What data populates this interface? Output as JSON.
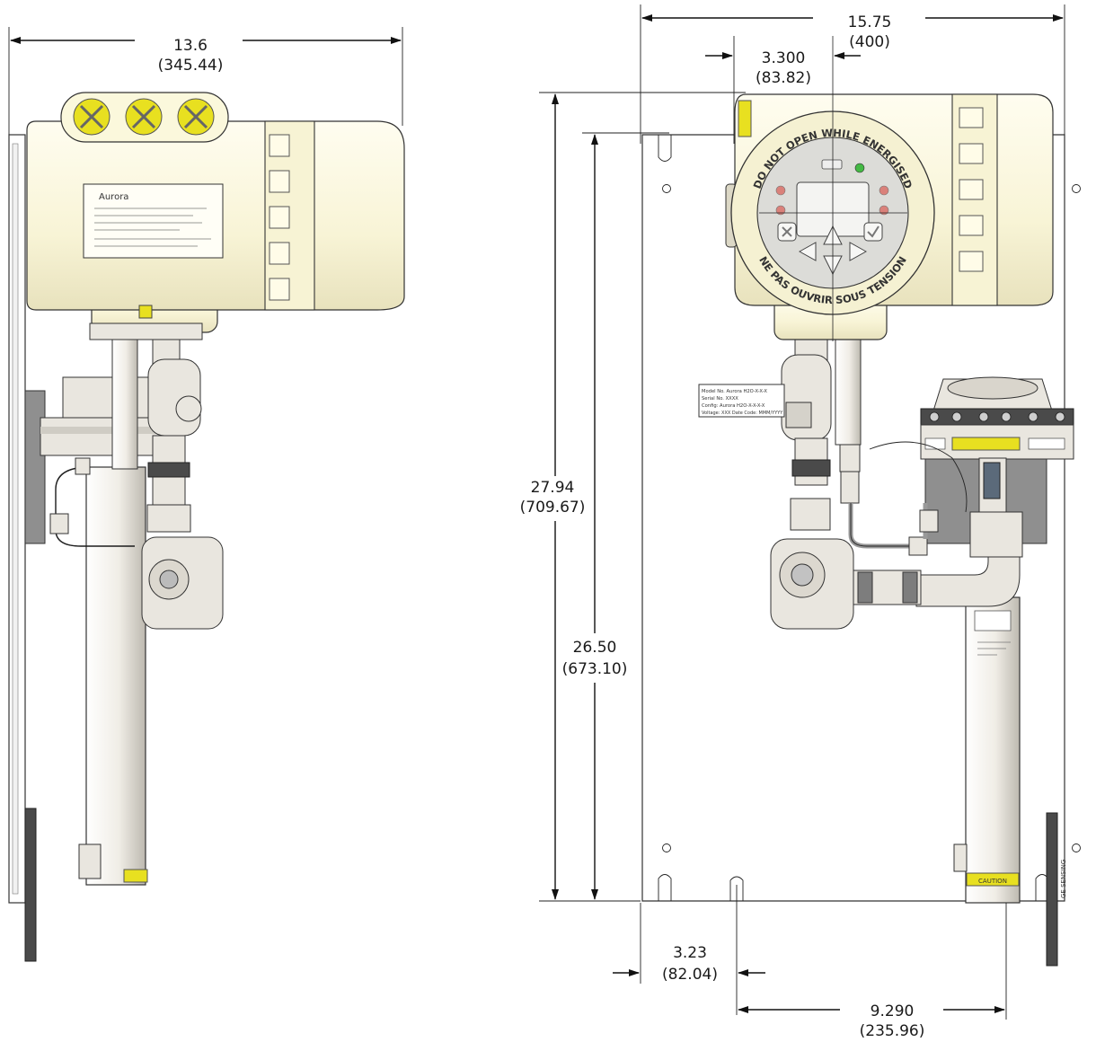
{
  "dimensions": {
    "left_width": {
      "value": "13.6",
      "metric": "(345.44)"
    },
    "overall_width": {
      "value": "15.75",
      "metric": "(400)"
    },
    "enclosure_offset": {
      "value": "3.300",
      "metric": "(83.82)"
    },
    "overall_height": {
      "value": "27.94",
      "metric": "(709.67)"
    },
    "mounting_height": {
      "value": "26.50",
      "metric": "(673.10)"
    },
    "slot_offset": {
      "value": "3.23",
      "metric": "(82.04)"
    },
    "probe_offset": {
      "value": "9.290",
      "metric": "(235.96)"
    }
  },
  "labels": {
    "brand": "Aurora",
    "ring_top": "DO NOT OPEN WHILE ENERGISED",
    "ring_bottom": "NE PAS OUVRIR SOUS TENSION",
    "caution": "CAUTION",
    "vendor": "GE SENSING",
    "tag_model": "Model No. Aurora H2O-X-X-X",
    "tag_serial": "Serial No. XXXX",
    "tag_config": "Config: Aurora H2O-X-X-X-X",
    "tag_voltage": "Voltage: XXX   Date Code: MMM/YYYY"
  },
  "colors": {
    "housing": "#fbf8dc",
    "plugs": "#e8e020",
    "status_green": "#44b944",
    "status_red": "#d9453c"
  }
}
